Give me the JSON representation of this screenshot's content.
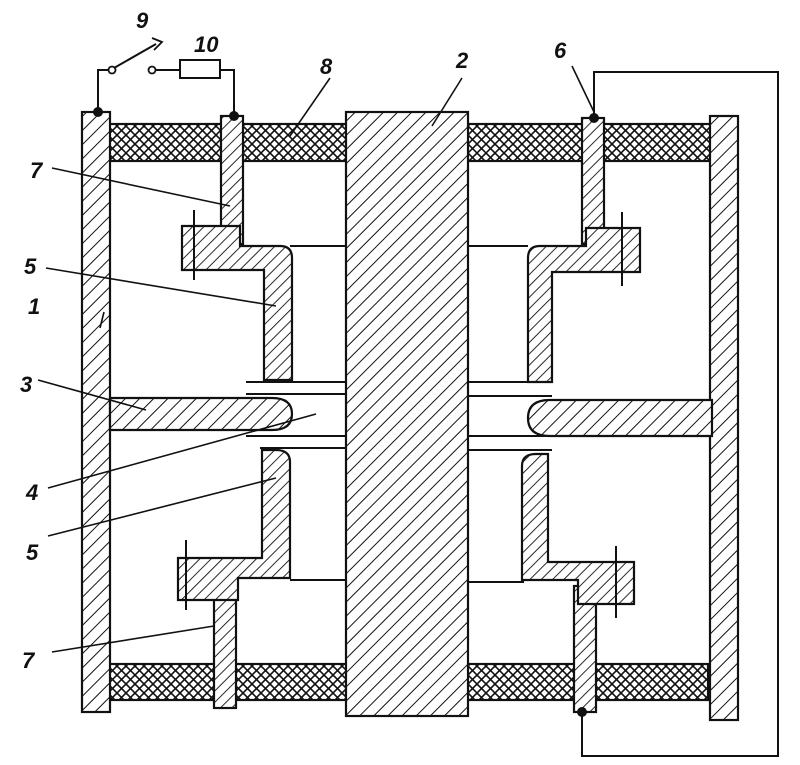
{
  "diagram": {
    "labels": {
      "l1": "1",
      "l2": "2",
      "l3": "3",
      "l4": "4",
      "l5a": "5",
      "l5b": "5",
      "l6": "6",
      "l7a": "7",
      "l7b": "7",
      "l8": "8",
      "l9": "9",
      "l10": "10"
    }
  }
}
